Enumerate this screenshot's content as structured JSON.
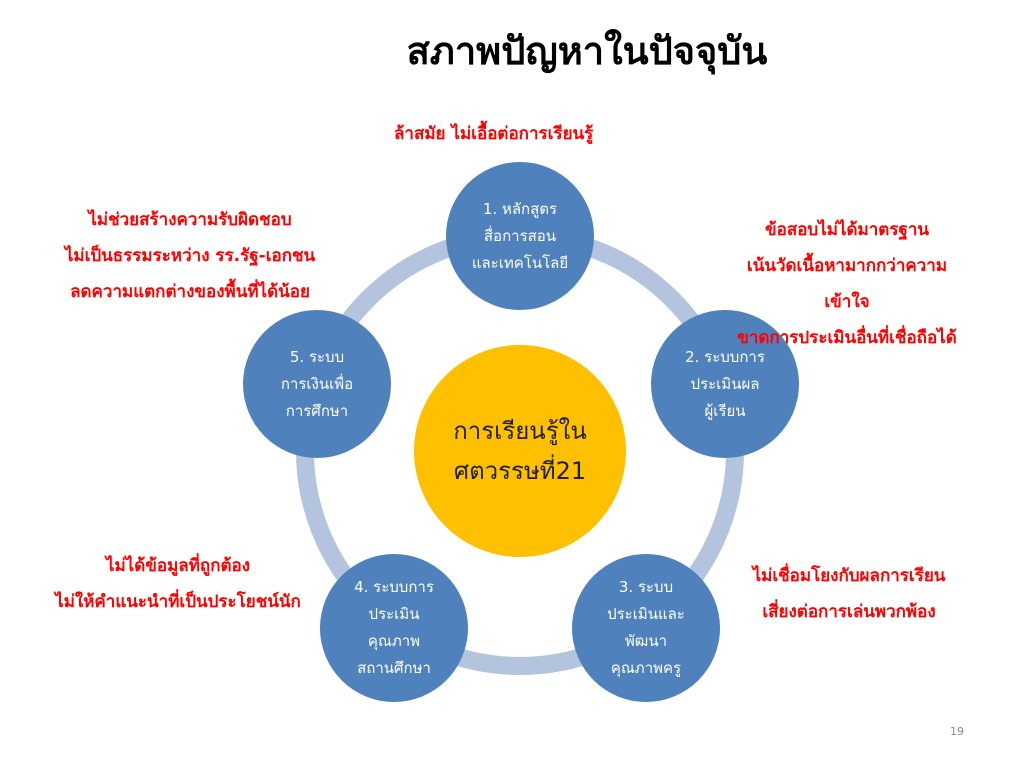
{
  "title": "สภาพปัญหาในปัจจุบัน",
  "center": {
    "text": "การเรียนรู้ใน\nศตวรรษที่21"
  },
  "nodes": [
    {
      "label": "1. หลักสูตร\nสื่อการสอน\nและเทคโนโลยี"
    },
    {
      "label": "2. ระบบการ\nประเมินผล\nผู้เรียน"
    },
    {
      "label": "3. ระบบ\nประเมินและ\nพัฒนา\nคุณภาพครู"
    },
    {
      "label": "4. ระบบการ\nประเมิน\nคุณภาพ\nสถานศึกษา"
    },
    {
      "label": "5. ระบบ\nการเงินเพื่อ\nการศึกษา"
    }
  ],
  "issues": {
    "curriculum": [
      "ล้าสมัย ไม่เอื้อต่อการเรียนรู้"
    ],
    "learner_assessment": [
      "ข้อสอบไม่ได้มาตรฐาน",
      "เน้นวัดเนื้อหามากกว่าความ",
      "เข้าใจ",
      "ขาดการประเมินอื่นที่เชื่อถือได้"
    ],
    "teacher_quality": [
      "ไม่เชื่อมโยงกับผลการเรียน",
      "เสี่ยงต่อการเล่นพวกพ้อง"
    ],
    "school_quality": [
      "ไม่ได้ข้อมูลที่ถูกต้อง",
      "ไม่ให้คำแนะนำที่เป็นประโยชน์นัก"
    ],
    "finance": [
      "ไม่ช่วยสร้างความรับผิดชอบ",
      "ไม่เป็นธรรมระหว่าง รร.รัฐ-เอกชน",
      "ลดความแตกต่างของพื้นที่ได้น้อย"
    ]
  },
  "page_number": "19",
  "colors": {
    "node": "#4f81bd",
    "center": "#ffc000",
    "ring": "#b4c4de",
    "issue_text": "#ff0000"
  }
}
